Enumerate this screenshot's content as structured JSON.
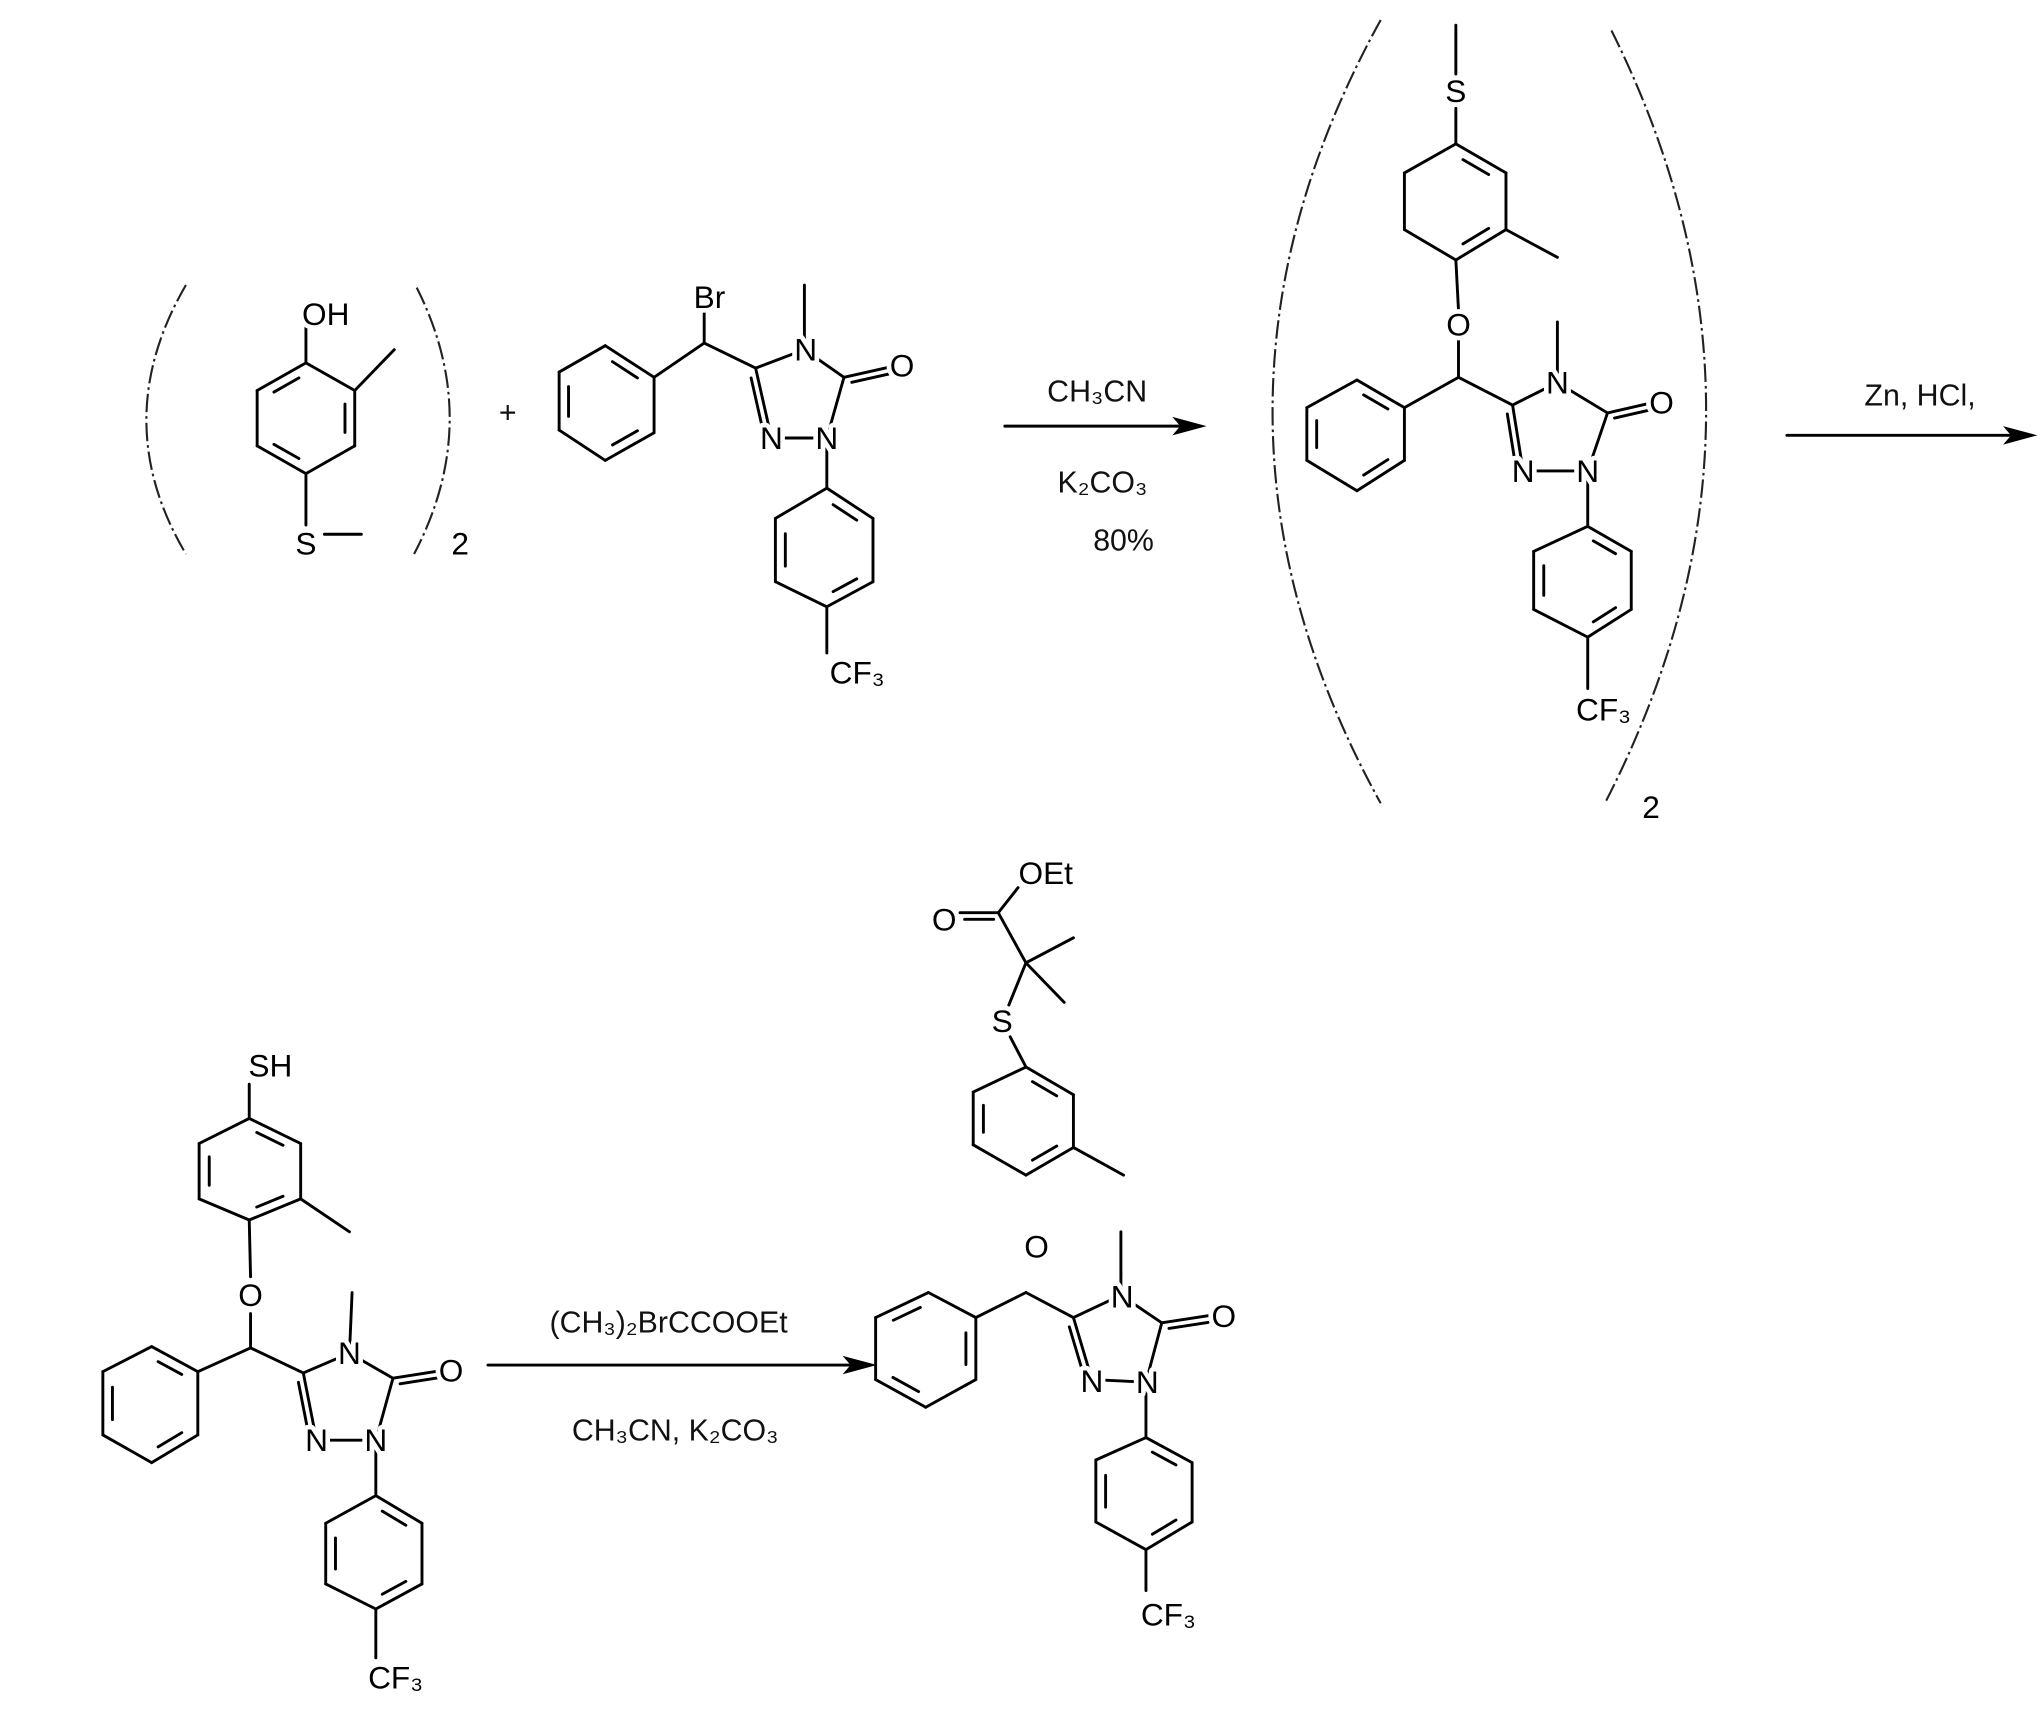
{
  "scheme": {
    "reactant_1": {
      "oh": "OH",
      "s": "S",
      "multiplier": "2"
    },
    "plus": "+",
    "reactant_2": {
      "br": "Br",
      "n4": "N",
      "o": "O",
      "n2": "N",
      "n1": "N",
      "cf3": "CF₃"
    },
    "step_1": {
      "solvent": "CH₃CN",
      "base": "K₂CO₃",
      "yield": "80%"
    },
    "intermediate_1": {
      "s": "S",
      "o_ether": "O",
      "n4": "N",
      "o": "O",
      "n2": "N",
      "n1": "N",
      "cf3": "CF₃",
      "multiplier": "2"
    },
    "step_2": {
      "reagents": "Zn, HCl,"
    },
    "intermediate_2": {
      "sh": "SH",
      "o_ether": "O",
      "n4": "N",
      "o": "O",
      "n2": "N",
      "n1": "N",
      "cf3": "CF₃"
    },
    "step_3": {
      "reagent": "(CH₃)₂BrCCOOEt",
      "conditions": "CH₃CN, K₂CO₃"
    },
    "product": {
      "oet": "OEt",
      "o_carbonyl": "O",
      "s": "S",
      "o_ether": "O",
      "n4": "N",
      "o": "O",
      "n2": "N",
      "n1": "N",
      "cf3": "CF₃"
    }
  }
}
